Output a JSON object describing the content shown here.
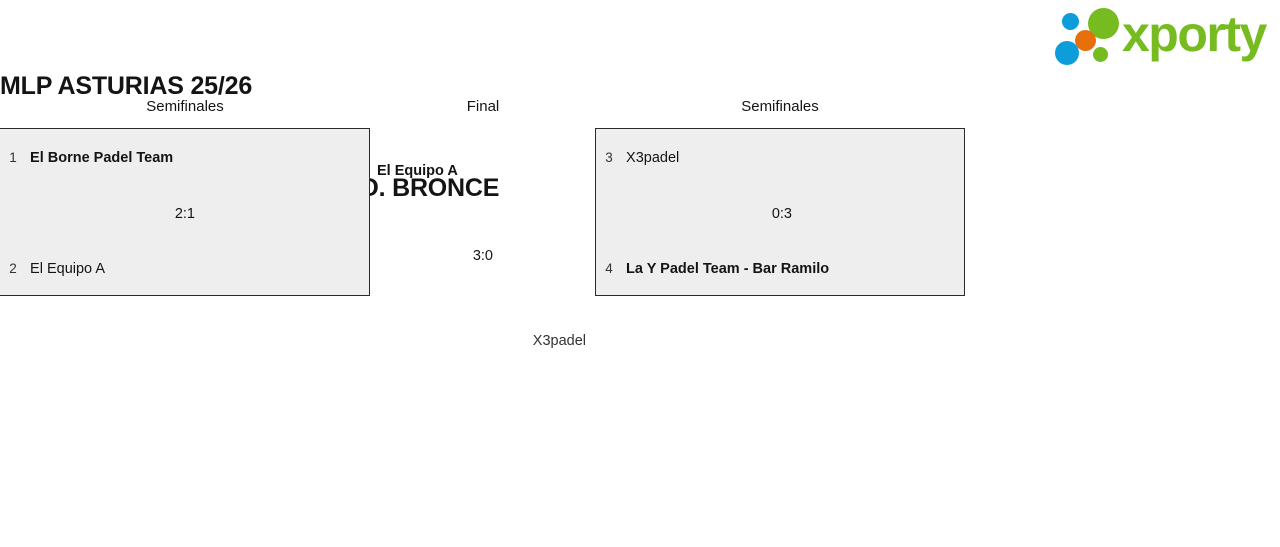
{
  "header": {
    "title_line1": "MLP ASTURIAS 25/26",
    "title_line2": "BRONCE PLAY OFF DESCENSO. BRONCE",
    "logo": {
      "wordmark": "xporty",
      "colors": {
        "green": "#76bc21",
        "blue": "#0d9ddb",
        "orange": "#e8700c"
      },
      "dots": [
        {
          "name": "blue-small",
          "color": "#0d9ddb"
        },
        {
          "name": "green-large",
          "color": "#76bc21"
        },
        {
          "name": "orange",
          "color": "#e8700c"
        },
        {
          "name": "blue-large",
          "color": "#0d9ddb"
        },
        {
          "name": "green-small",
          "color": "#76bc21"
        }
      ]
    }
  },
  "bracket": {
    "colors": {
      "box_fill": "#eeeeee",
      "box_border": "#2a2a2a",
      "text": "#141414"
    },
    "rounds": [
      {
        "id": "semifinal-left",
        "label": "Semifinales"
      },
      {
        "id": "final",
        "label": "Final"
      },
      {
        "id": "semifinal-right",
        "label": "Semifinales"
      }
    ],
    "matches": {
      "semifinal_left": {
        "top": {
          "seed": "1",
          "team": "El Borne Padel Team",
          "winner": true
        },
        "bottom": {
          "seed": "2",
          "team": "El Equipo A",
          "winner": false
        },
        "score": "2:1"
      },
      "semifinal_right": {
        "top": {
          "seed": "3",
          "team": "X3padel",
          "winner": false
        },
        "bottom": {
          "seed": "4",
          "team": "La Y Padel Team - Bar Ramilo",
          "winner": true
        },
        "score": "0:3"
      },
      "final": {
        "winner": "El Equipo A",
        "score": "3:0",
        "third_place": "X3padel"
      }
    }
  }
}
